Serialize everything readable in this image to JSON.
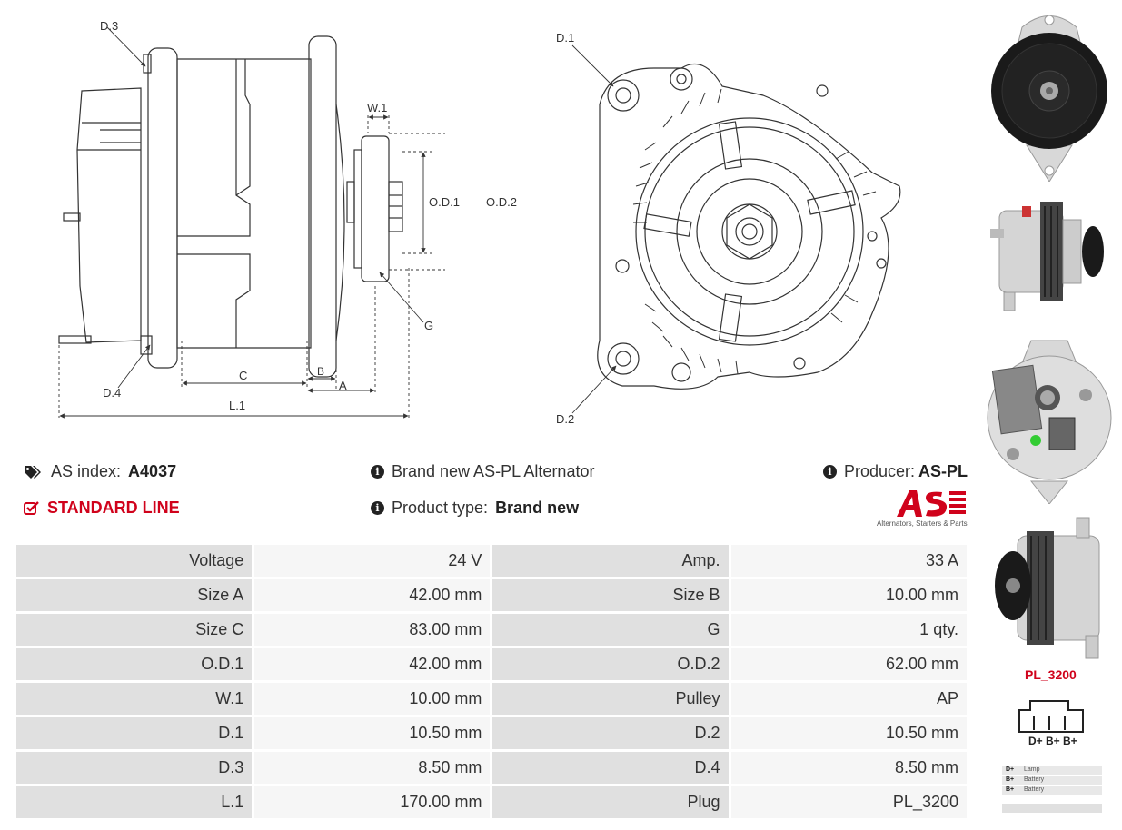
{
  "drawing_side": {
    "labels": {
      "d3": "D.3",
      "d4": "D.4",
      "w1": "W.1",
      "od1": "O.D.1",
      "od2": "O.D.2",
      "g": "G",
      "c": "C",
      "b": "B",
      "a": "A",
      "l1": "L.1"
    }
  },
  "drawing_front": {
    "labels": {
      "d1": "D.1",
      "d2": "D.2"
    }
  },
  "info": {
    "as_index_label": "AS index:",
    "as_index_value": "A4037",
    "line_label": "STANDARD LINE",
    "description": "Brand new AS-PL Alternator",
    "product_type_label": "Product type:",
    "product_type_value": "Brand new",
    "producer_label": "Producer:",
    "producer_value": "AS-PL"
  },
  "logo": {
    "mark": "AS",
    "tagline": "Alternators, Starters & Parts"
  },
  "specs": [
    {
      "l1": "Voltage",
      "v1": "24 V",
      "l2": "Amp.",
      "v2": "33 A"
    },
    {
      "l1": "Size A",
      "v1": "42.00 mm",
      "l2": "Size B",
      "v2": "10.00 mm"
    },
    {
      "l1": "Size C",
      "v1": "83.00 mm",
      "l2": "G",
      "v2": "1 qty."
    },
    {
      "l1": "O.D.1",
      "v1": "42.00 mm",
      "l2": "O.D.2",
      "v2": "62.00 mm"
    },
    {
      "l1": "W.1",
      "v1": "10.00 mm",
      "l2": "Pulley",
      "v2": "AP"
    },
    {
      "l1": "D.1",
      "v1": "10.50 mm",
      "l2": "D.2",
      "v2": "10.50 mm"
    },
    {
      "l1": "D.3",
      "v1": "8.50 mm",
      "l2": "D.4",
      "v2": "8.50 mm"
    },
    {
      "l1": "L.1",
      "v1": "170.00 mm",
      "l2": "Plug",
      "v2": "PL_3200"
    }
  ],
  "plug": {
    "name": "PL_3200",
    "pins_text": "D+ B+ B+",
    "legend": [
      {
        "pin": "D+",
        "desc": "Lamp"
      },
      {
        "pin": "B+",
        "desc": "Battery"
      },
      {
        "pin": "B+",
        "desc": "Battery"
      }
    ]
  },
  "colors": {
    "accent_red": "#d0021b",
    "label_cell": "#e0e0e0",
    "value_cell": "#f6f6f6"
  }
}
